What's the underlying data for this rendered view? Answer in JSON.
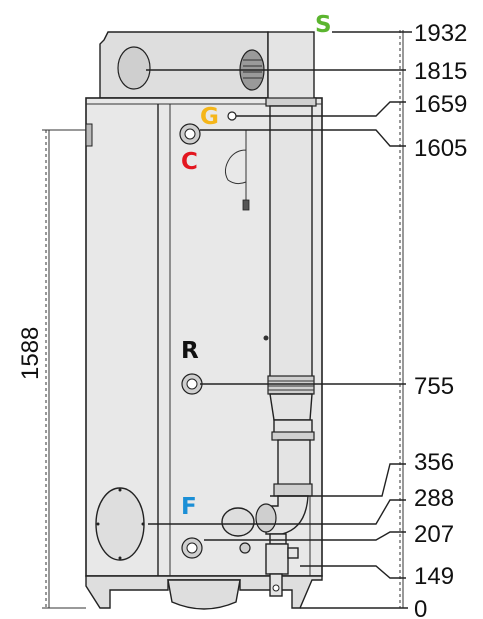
{
  "markers": {
    "S": {
      "label": "S",
      "color": "#5bb52f"
    },
    "G": {
      "label": "G",
      "color": "#f5b61a"
    },
    "C": {
      "label": "C",
      "color": "#e3161f"
    },
    "R": {
      "label": "R",
      "color": "#111111"
    },
    "F": {
      "label": "F",
      "color": "#1b8fd6"
    }
  },
  "dimensions": {
    "d1932": "1932",
    "d1815": "1815",
    "d1659": "1659",
    "d1605": "1605",
    "d755": "755",
    "d356": "356",
    "d288": "288",
    "d207": "207",
    "d149": "149",
    "d0": "0",
    "height_left": "1588"
  }
}
